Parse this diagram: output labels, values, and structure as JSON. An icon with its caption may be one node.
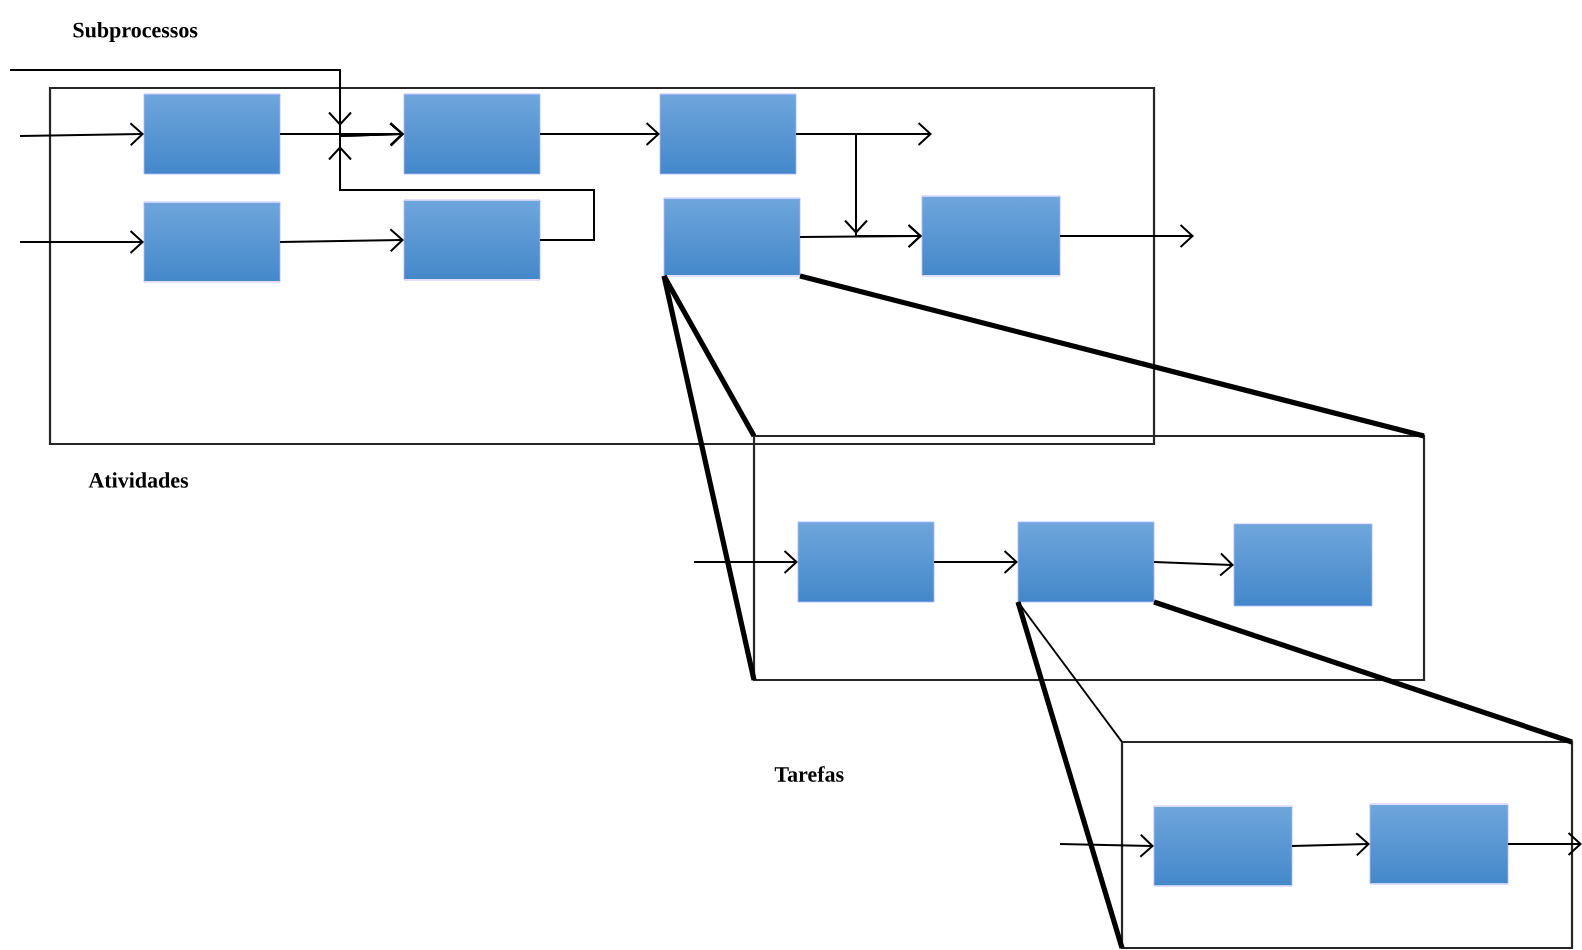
{
  "diagram": {
    "nodes": [
      {
        "text": [],
        "shape": "box"
      },
      {
        "text": [],
        "shape": "box",
        "in": 0
      },
      {
        "text": [],
        "shape": "box",
        "in": 0
      },
      {
        "text": [],
        "shape": "box",
        "in": 0
      },
      {
        "text": [],
        "shape": "box",
        "in": 0
      },
      {
        "text": [],
        "shape": "box",
        "in": 0
      },
      {
        "text": [],
        "shape": "box",
        "in": 0
      },
      {
        "text": [],
        "shape": "box",
        "in": 0
      },
      {
        "text": [],
        "shape": "box"
      },
      {
        "text": [],
        "shape": "box",
        "in": 8
      },
      {
        "text": [],
        "shape": "box",
        "in": 8
      },
      {
        "text": [],
        "shape": "box",
        "in": 8
      },
      {
        "text": [],
        "shape": "box"
      },
      {
        "text": [],
        "shape": "box",
        "in": 12
      },
      {
        "text": [],
        "shape": "box",
        "in": 12
      }
    ],
    "edges": [
      {
        "from": null,
        "to": 1,
        "arrow": "to"
      },
      {
        "from": 1,
        "to": 2,
        "arrow": "to"
      },
      {
        "from": null,
        "to": 2,
        "arrow": "to"
      },
      {
        "from": 5,
        "to": 2,
        "arrow": "to"
      },
      {
        "from": null,
        "to": 4,
        "arrow": "to"
      },
      {
        "from": 4,
        "to": 5,
        "arrow": "to"
      },
      {
        "from": 2,
        "to": 3,
        "arrow": "to"
      },
      {
        "from": 3,
        "to": null,
        "arrow": "to"
      },
      {
        "from": 3,
        "to": 7,
        "arrow": "to"
      },
      {
        "from": 6,
        "to": 7,
        "arrow": "to"
      },
      {
        "from": 7,
        "to": null,
        "arrow": "to"
      },
      {
        "from": null,
        "to": 9,
        "arrow": "to"
      },
      {
        "from": 9,
        "to": 10,
        "arrow": "to"
      },
      {
        "from": 10,
        "to": 11,
        "arrow": "to"
      },
      {
        "from": null,
        "to": 13,
        "arrow": "to"
      },
      {
        "from": 13,
        "to": 14,
        "arrow": "to"
      },
      {
        "from": 14,
        "to": null,
        "arrow": "to"
      },
      {
        "from": 6,
        "to": 8,
        "arrow": "none",
        "style": "thick"
      },
      {
        "from": 6,
        "to": 8,
        "arrow": "none",
        "style": "thick"
      },
      {
        "from": 6,
        "to": 8,
        "arrow": "none",
        "style": "thick"
      },
      {
        "from": 10,
        "to": 12,
        "arrow": "none"
      },
      {
        "from": 10,
        "to": 12,
        "arrow": "none",
        "style": "thick"
      },
      {
        "from": 10,
        "to": 12,
        "arrow": "none",
        "style": "thick"
      }
    ],
    "labels": [
      "Subprocessos",
      "Atividades",
      "Tarefas"
    ]
  }
}
